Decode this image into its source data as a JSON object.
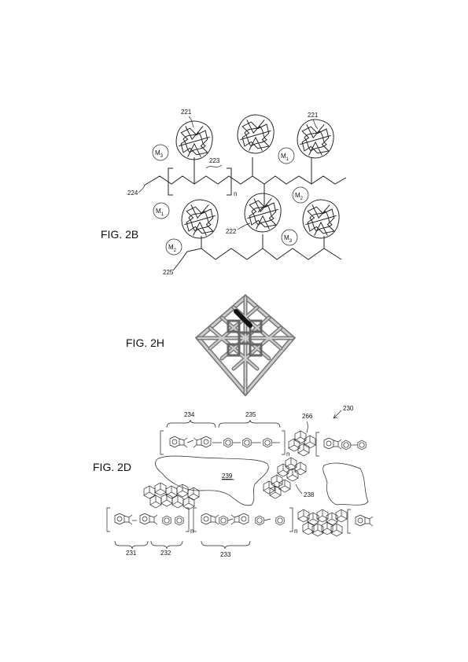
{
  "figures": {
    "fig2b": {
      "title": "FIG. 2B",
      "refs": {
        "r221a": "221",
        "r221b": "221",
        "r222": "222",
        "r223": "223",
        "r224": "224",
        "r225": "225"
      },
      "repeat_n": "n",
      "metals": [
        {
          "base": "M",
          "sub": "3"
        },
        {
          "base": "M",
          "sub": "1"
        },
        {
          "base": "M",
          "sub": "2"
        },
        {
          "base": "M",
          "sub": "1"
        },
        {
          "base": "M",
          "sub": "2"
        },
        {
          "base": "M",
          "sub": "3"
        }
      ]
    },
    "fig2h": {
      "title": "FIG. 2H"
    },
    "fig2d": {
      "title": "FIG. 2D",
      "refs": {
        "r230": "230",
        "r231": "231",
        "r232": "232",
        "r233": "233",
        "r234": "234",
        "r235": "235",
        "r238": "238",
        "r239": "239",
        "r266": "266"
      },
      "repeat_n": "n"
    }
  }
}
